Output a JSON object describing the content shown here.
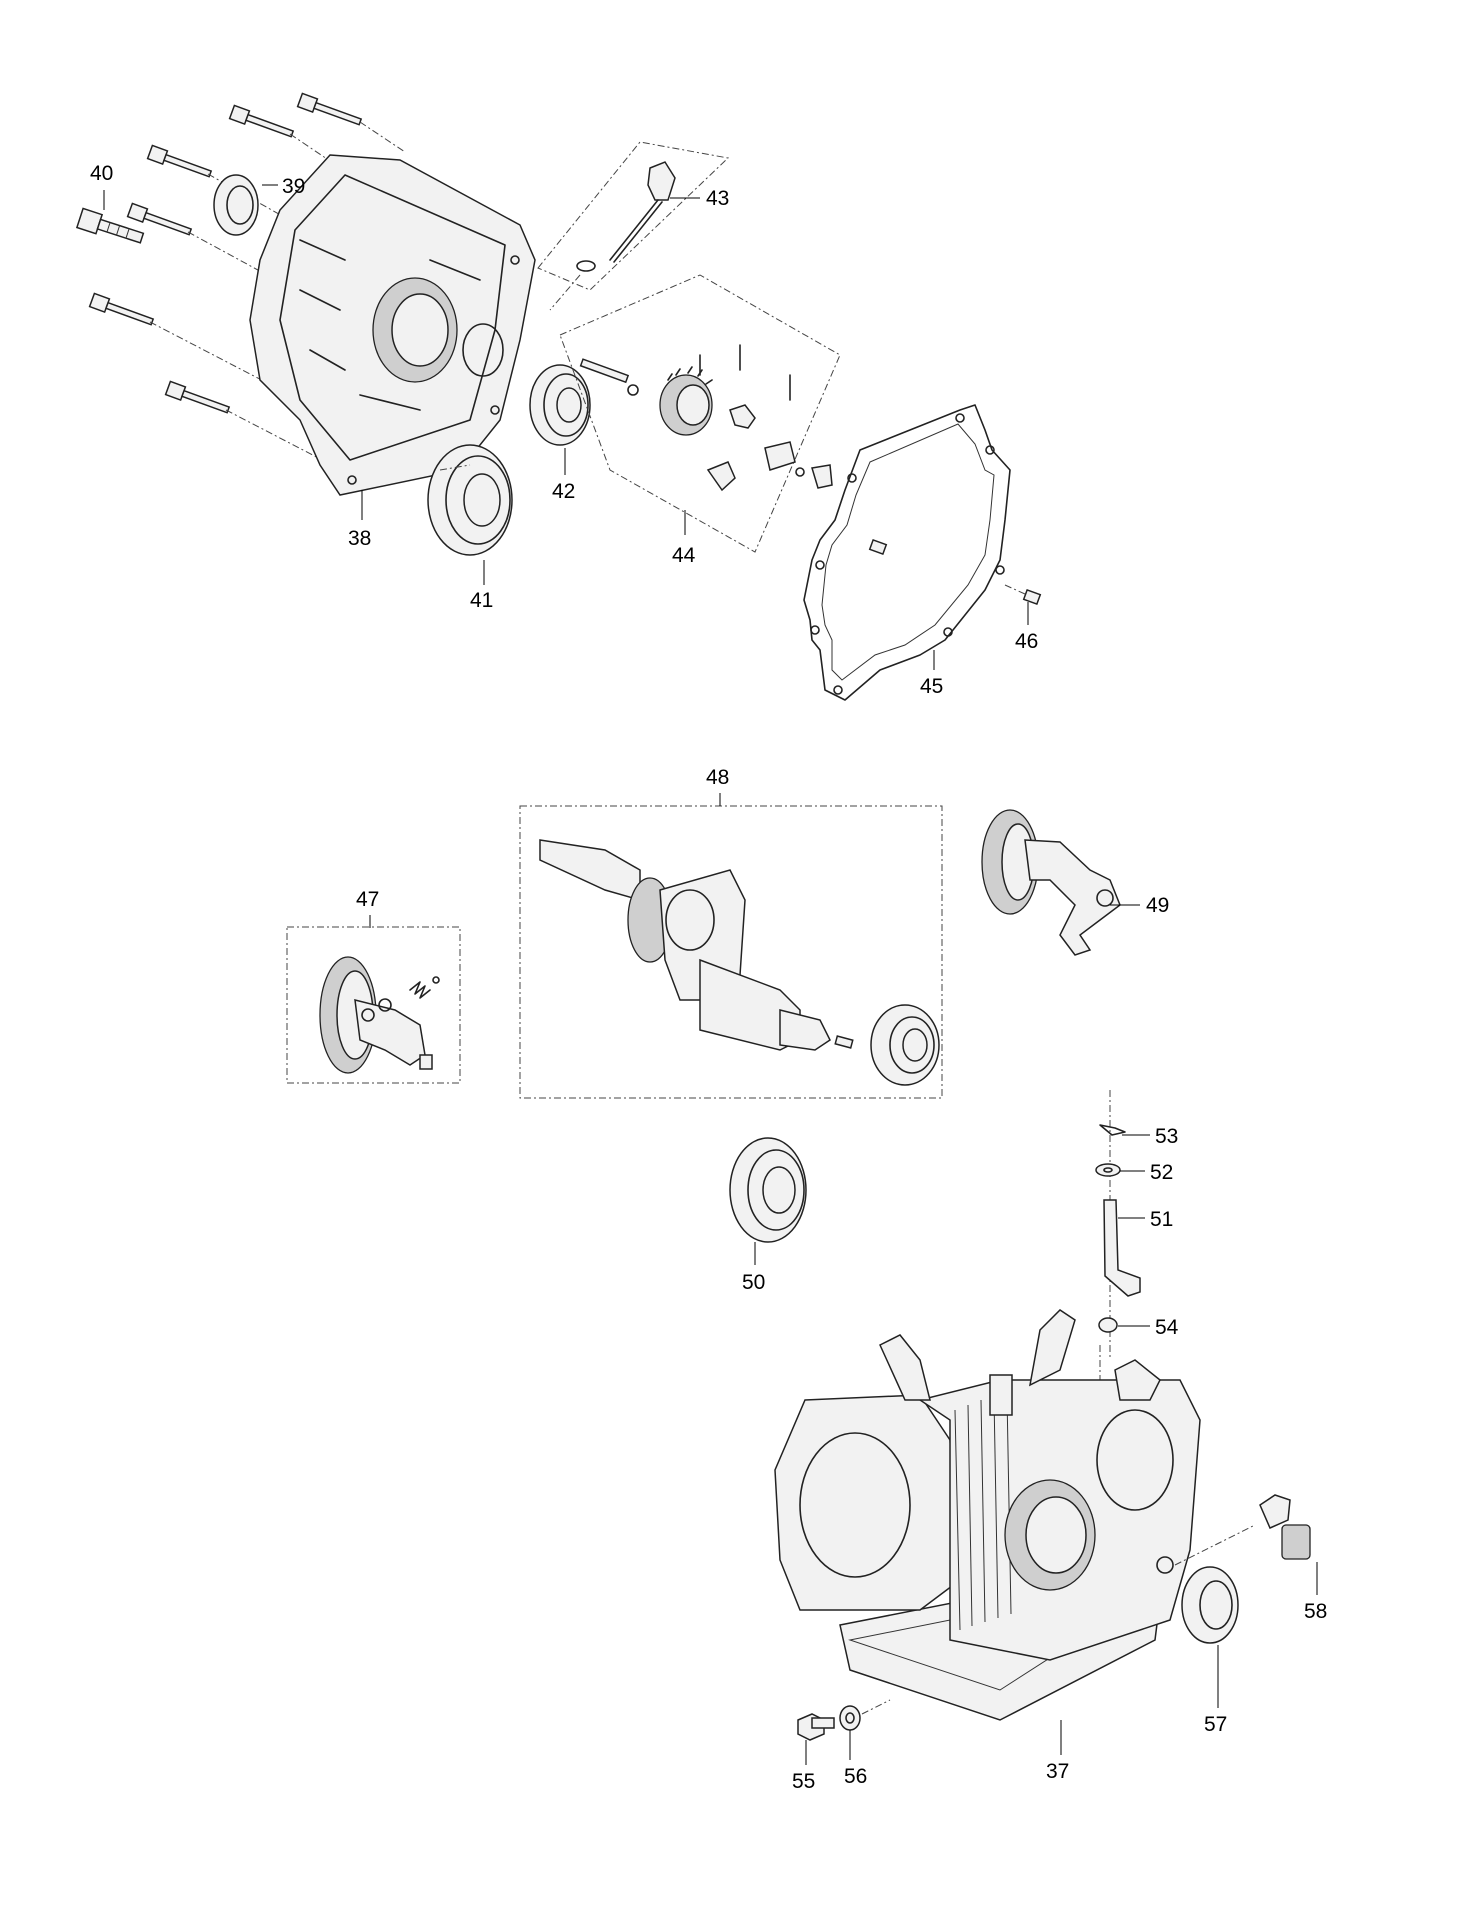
{
  "diagram": {
    "part_labels": [
      "37",
      "38",
      "39",
      "40",
      "41",
      "42",
      "43",
      "44",
      "45",
      "46",
      "47",
      "48",
      "49",
      "50",
      "51",
      "52",
      "53",
      "54",
      "55",
      "56",
      "57",
      "58"
    ]
  }
}
